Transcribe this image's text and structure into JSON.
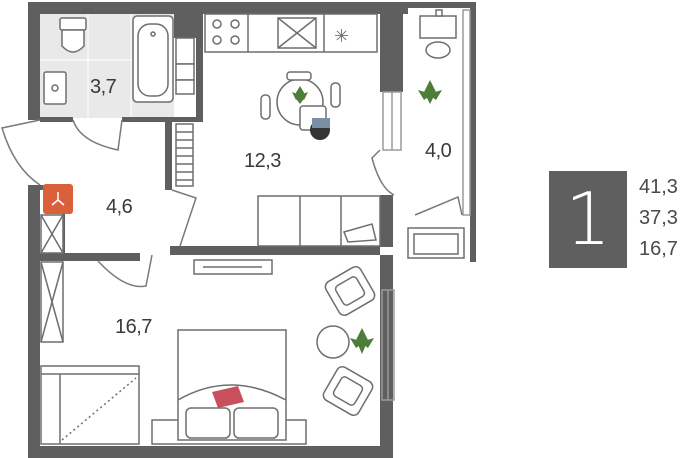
{
  "rooms": {
    "bathroom": "3,7",
    "hall": "4,6",
    "kitchen": "12,3",
    "balcony": "4,0",
    "bedroom": "16,7"
  },
  "apartment": {
    "rooms_count": "1",
    "areas": [
      "41,3",
      "37,3",
      "16,7"
    ]
  },
  "colors": {
    "wall": "#5f5f5f",
    "fixture": "#6e6e6e",
    "bathroom_floor": "#e9e9e9",
    "boiler": "#d9603b",
    "plant": "#4e7d3a",
    "pillow": "#c7505c"
  },
  "icons": {
    "boiler": "flame-icon",
    "fridge": "snowflake-icon",
    "plant": "plant-icon"
  }
}
